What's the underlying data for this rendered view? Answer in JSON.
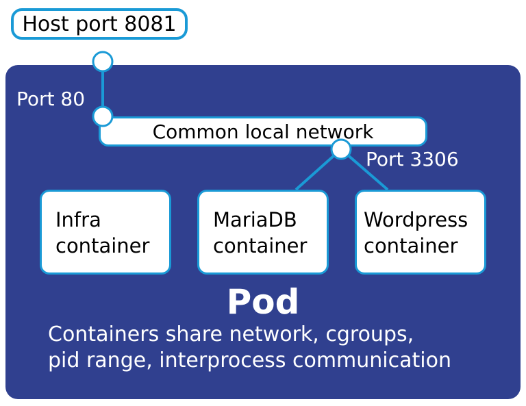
{
  "diagram": {
    "host_port_label": "Host port 8081",
    "port_80_label": "Port 80",
    "network_label": "Common local network",
    "port_3306_label": "Port 3306",
    "containers": [
      {
        "line1": "Infra",
        "line2": "container"
      },
      {
        "line1": "MariaDB",
        "line2": "container"
      },
      {
        "line1": "Wordpress",
        "line2": "container"
      }
    ],
    "pod_title": "Pod",
    "pod_description_line1": "Containers share network, cgroups,",
    "pod_description_line2": "pid range, interprocess communication",
    "colors": {
      "pod_background": "#30408f",
      "accent": "#1a9ad6"
    }
  }
}
